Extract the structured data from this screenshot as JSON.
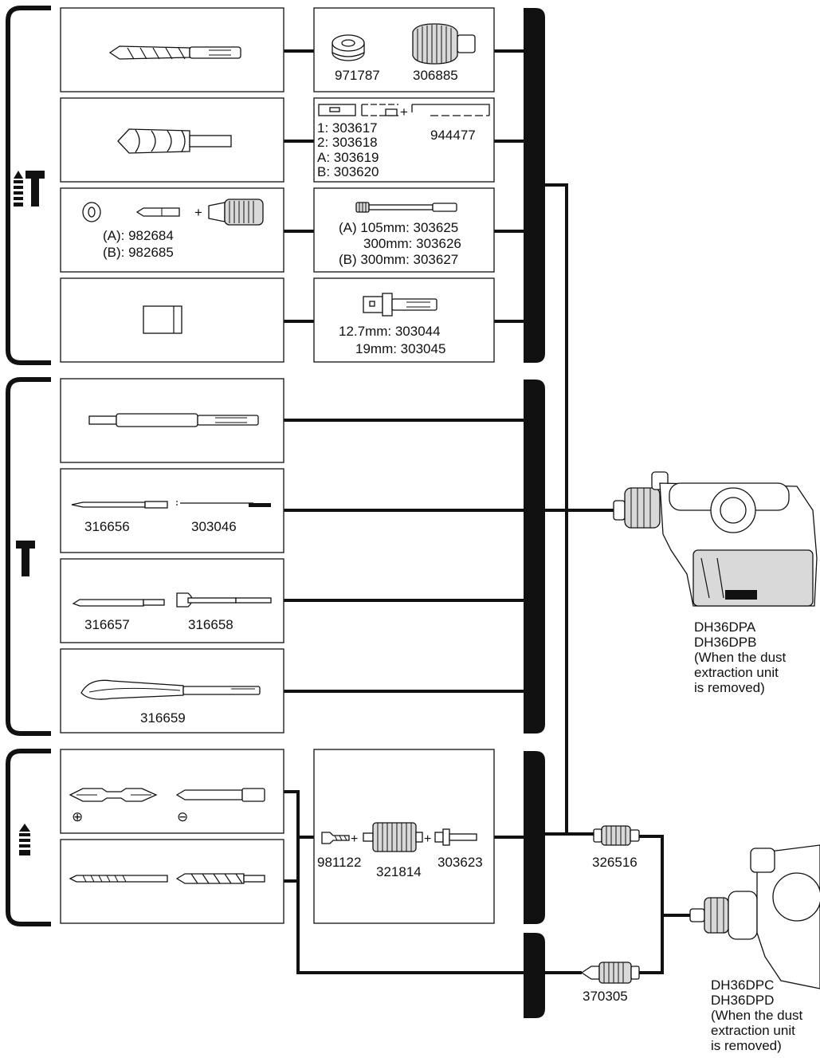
{
  "parts": {
    "row1": {
      "a": "971787",
      "b": "306885"
    },
    "row2": {
      "l1": "1: 303617",
      "l2": "2: 303618",
      "l3": "A: 303619",
      "l4": "B: 303620",
      "r": "944477",
      "plus": "+"
    },
    "row3": {
      "left1": "(A): 982684",
      "left2": "(B): 982685",
      "plus": "+",
      "r1": "(A) 105mm: 303625",
      "r2": "300mm: 303626",
      "r3": "(B) 300mm: 303627"
    },
    "row4": {
      "r1": "12.7mm: 303044",
      "r2": "19mm: 303045"
    },
    "row6": {
      "a": "316656",
      "b": "303046"
    },
    "row7": {
      "a": "316657",
      "b": "316658"
    },
    "row8": {
      "a": "316659"
    },
    "row9": {
      "plus_sym": "⊕",
      "minus_sym": "⊖"
    },
    "chuck_set": {
      "a": "981122",
      "b": "321814",
      "c": "303623",
      "plus": "+"
    },
    "chuck1": "326516",
    "chuck2": "370305"
  },
  "machines": {
    "top": [
      "DH36DPA",
      "DH36DPB",
      "(When the dust",
      "extraction unit",
      "is removed)"
    ],
    "bottom": [
      "DH36DPC",
      "DH36DPD",
      "(When the dust",
      "extraction unit",
      "is removed)"
    ]
  },
  "categories": {
    "rotary_hammer_icon": "drill-bit-and-hammer-icon",
    "hammer_icon": "hammer-icon",
    "rotation_icon": "drill-bit-icon"
  }
}
